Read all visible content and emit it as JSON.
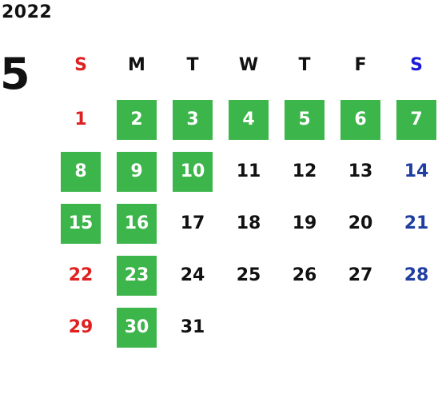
{
  "year": "2022",
  "month": "5",
  "colors": {
    "highlight": "#3cb54a",
    "sunday": "#e02020",
    "saturday": "#1f3ea0",
    "saturday_header": "#1c1cd6",
    "weekday": "#111111",
    "highlight_text": "#ffffff"
  },
  "weekdays": [
    "S",
    "M",
    "T",
    "W",
    "T",
    "F",
    "S"
  ],
  "weeks": [
    [
      {
        "d": "1",
        "hl": false
      },
      {
        "d": "2",
        "hl": true
      },
      {
        "d": "3",
        "hl": true
      },
      {
        "d": "4",
        "hl": true
      },
      {
        "d": "5",
        "hl": true
      },
      {
        "d": "6",
        "hl": true
      },
      {
        "d": "7",
        "hl": true
      }
    ],
    [
      {
        "d": "8",
        "hl": true
      },
      {
        "d": "9",
        "hl": true
      },
      {
        "d": "10",
        "hl": true
      },
      {
        "d": "11",
        "hl": false
      },
      {
        "d": "12",
        "hl": false
      },
      {
        "d": "13",
        "hl": false
      },
      {
        "d": "14",
        "hl": false
      }
    ],
    [
      {
        "d": "15",
        "hl": true
      },
      {
        "d": "16",
        "hl": true
      },
      {
        "d": "17",
        "hl": false
      },
      {
        "d": "18",
        "hl": false
      },
      {
        "d": "19",
        "hl": false
      },
      {
        "d": "20",
        "hl": false
      },
      {
        "d": "21",
        "hl": false
      }
    ],
    [
      {
        "d": "22",
        "hl": false
      },
      {
        "d": "23",
        "hl": true
      },
      {
        "d": "24",
        "hl": false
      },
      {
        "d": "25",
        "hl": false
      },
      {
        "d": "26",
        "hl": false
      },
      {
        "d": "27",
        "hl": false
      },
      {
        "d": "28",
        "hl": false
      }
    ],
    [
      {
        "d": "29",
        "hl": false
      },
      {
        "d": "30",
        "hl": true
      },
      {
        "d": "31",
        "hl": false
      }
    ]
  ]
}
